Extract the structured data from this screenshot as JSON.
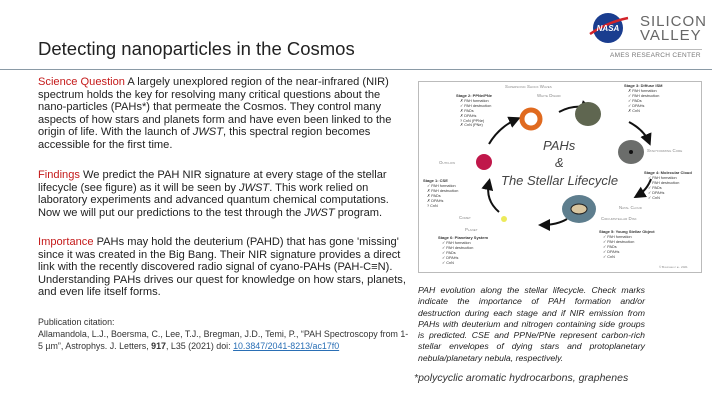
{
  "header": {
    "title": "Detecting nanoparticles in the Cosmos"
  },
  "logo": {
    "agency": "NASA",
    "line1": "SILICON",
    "line2": "VALLEY",
    "subtitle": "AMES RESEARCH CENTER"
  },
  "sections": [
    {
      "heading": "Science Question",
      "text": " A largely unexplored region of the near-infrared (NIR) spectrum holds the key for resolving many critical questions about the nano-particles (PAHs*) that permeate the Cosmos. They control many aspects of how stars and planets form and have even been linked to the origin of life. With the launch of ",
      "em": "JWST",
      "tail": ", this spectral region becomes accessible for the first time."
    },
    {
      "heading": "Findings",
      "text": " We predict the PAH NIR signature at every stage of the stellar lifecycle (see figure) as it will be seen by ",
      "em": "JWST",
      "tail": ". This work relied on laboratory experiments and advanced quantum chemical computations. Now we will put our predictions to the test through the ",
      "em2": "JWST",
      "tail2": " program."
    },
    {
      "heading": "Importance",
      "text": " PAHs may hold the deuterium (PAHD) that has gone 'missing' since it was created in the Big Bang. Their NIR signature provides a direct link with the recently discovered radio signal of cyano-PAHs (PAH-C≡N). Understanding PAHs drives our quest for knowledge on how stars, planets, and even life itself forms."
    }
  ],
  "citation": {
    "label": "Publication citation:",
    "authors": "Allamandola, L.J., Boersma, C., Lee, T.J., Bregman, J.D., Temi, P., “PAH Spectroscopy from 1-5 µm”, Astrophys. J. Letters, ",
    "volume": "917",
    "rest": ", L35 (2021) doi: ",
    "doi": "10.3847/2041-8213/ac17f0"
  },
  "figure": {
    "title1": "PAHs",
    "title2": "&",
    "title3": "The Stellar Lifecycle",
    "labels": {
      "shock": "Supersonic Shock Waves",
      "wd": "White Dwarf",
      "core": "Star-forming Core",
      "outflow": "Outflow",
      "natal": "Natal Cloud",
      "disk": "Circumstellar Disk",
      "comet": "Comet",
      "planet": "Planet",
      "credit": "© Boersma et al. 2021"
    },
    "stages": [
      {
        "title": "Stage 1: CSE",
        "items": [
          "✓ PAH formation",
          "✗ PAH destruction",
          "✗ PADs",
          "✗ DPAHs",
          "? CnN"
        ]
      },
      {
        "title": "Stage 2: PPNe/PNe",
        "items": [
          "✗ PAH formation",
          "✓ PAH destruction",
          "✗ PADs",
          "✗ DPAHs",
          "? CnN (PPNe)",
          "✗ CnN (PNe)"
        ]
      },
      {
        "title": "Stage 3: Diffuse ISM",
        "items": [
          "✗ PAH formation",
          "✓ PAH destruction",
          "✓ PADs",
          "✓ DPAHs",
          "✗ CnN"
        ]
      },
      {
        "title": "Stage 4: Molecular Cloud",
        "items": [
          "✓ PAH formation",
          "✓ PAH destruction",
          "✓ PADs",
          "✓ DPAHs",
          "✓ CnN"
        ]
      },
      {
        "title": "Stage 5: Young Stellar Object",
        "items": [
          "✓ PAH formation",
          "✓ PAH destruction",
          "✓ PADs",
          "✓ DPAHs",
          "✓ CnN"
        ]
      },
      {
        "title": "Stage 6: Planetary System",
        "items": [
          "✓ PAH formation",
          "✓ PAH destruction",
          "✓ PADs",
          "✓ DPAHs",
          "✓ CnN"
        ]
      }
    ]
  },
  "caption": "PAH evolution along the stellar lifecycle. Check marks indicate the importance of PAH formation and/or destruction during each stage and if NIR emission from PAHs with deuterium and nitrogen containing side groups is predicted. CSE and PPNe/PNe represent carbon-rich stellar envelopes of dying stars and protoplanetary nebula/planetary nebula, respectively.",
  "footnote": "*polycyclic aromatic hydrocarbons, graphenes"
}
